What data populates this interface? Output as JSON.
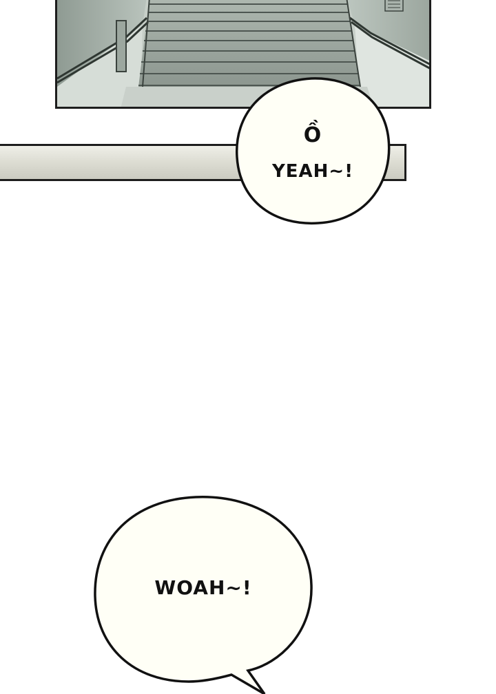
{
  "panels": {
    "top_scene": "staircase",
    "strip": "blank-panel"
  },
  "bubbles": {
    "top_right": {
      "line1": "Ồ",
      "line2": "YEAH~!"
    },
    "bottom": {
      "line1": "WOAH~!"
    }
  },
  "colors": {
    "background": "#ffffff",
    "ink": "#111111",
    "bubble_fill": "#fffff6",
    "scene_tone": "#c7cfc8"
  }
}
